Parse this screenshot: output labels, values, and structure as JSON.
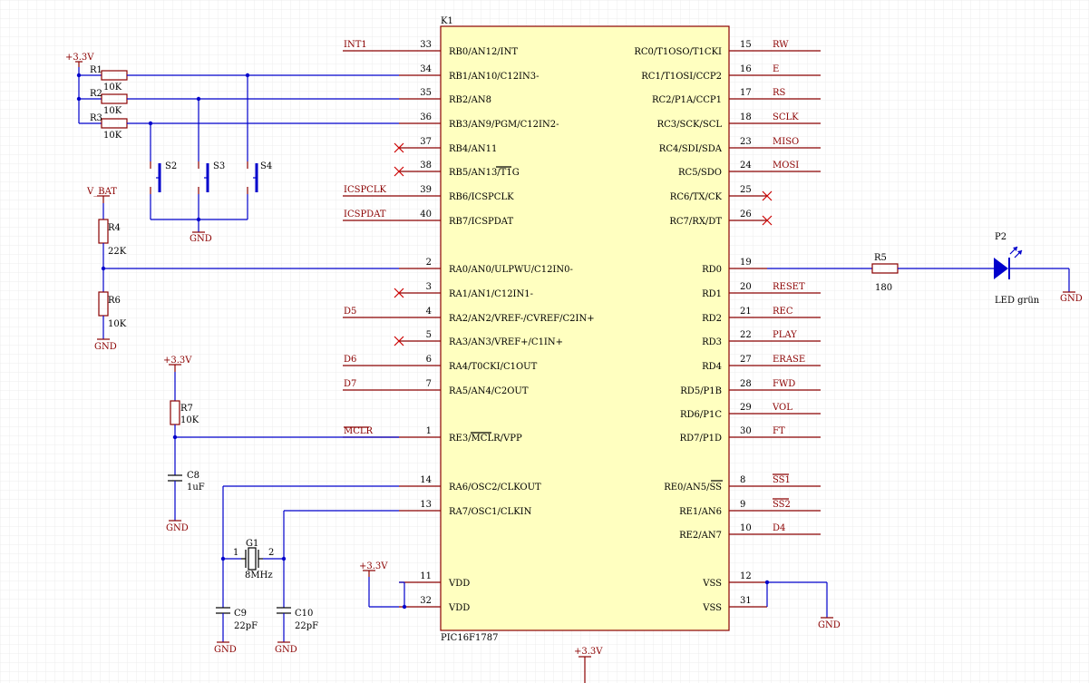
{
  "ic": {
    "designator": "K1",
    "part": "PIC16F1787",
    "left_pins": [
      {
        "num": "33",
        "name": "RB0/AN12/INT",
        "net": "INT1",
        "nc": false
      },
      {
        "num": "34",
        "name": "RB1/AN10/C12IN3-",
        "net": "",
        "nc": false
      },
      {
        "num": "35",
        "name": "RB2/AN8",
        "net": "",
        "nc": false
      },
      {
        "num": "36",
        "name": "RB3/AN9/PGM/C12IN2-",
        "net": "",
        "nc": false
      },
      {
        "num": "37",
        "name": "RB4/AN11",
        "net": "",
        "nc": true
      },
      {
        "num": "38",
        "name": "RB5/AN13/T1G",
        "net": "",
        "nc": true
      },
      {
        "num": "39",
        "name": "RB6/ICSPCLK",
        "net": "ICSPCLK",
        "nc": false
      },
      {
        "num": "40",
        "name": "RB7/ICSPDAT",
        "net": "ICSPDAT",
        "nc": false
      },
      {
        "num": "2",
        "name": "RA0/AN0/ULPWU/C12IN0-",
        "net": "",
        "nc": false
      },
      {
        "num": "3",
        "name": "RA1/AN1/C12IN1-",
        "net": "",
        "nc": true
      },
      {
        "num": "4",
        "name": "RA2/AN2/VREF-/CVREF/C2IN+",
        "net": "D5",
        "nc": false
      },
      {
        "num": "5",
        "name": "RA3/AN3/VREF+/C1IN+",
        "net": "",
        "nc": true
      },
      {
        "num": "6",
        "name": "RA4/T0CKI/C1OUT",
        "net": "D6",
        "nc": false
      },
      {
        "num": "7",
        "name": "RA5/AN4/C2OUT",
        "net": "D7",
        "nc": false
      },
      {
        "num": "1",
        "name": "RE3/MCLR/VPP",
        "net": "MCLR",
        "nc": false
      },
      {
        "num": "14",
        "name": "RA6/OSC2/CLKOUT",
        "net": "",
        "nc": false
      },
      {
        "num": "13",
        "name": "RA7/OSC1/CLKIN",
        "net": "",
        "nc": false
      },
      {
        "num": "11",
        "name": "VDD",
        "net": "",
        "nc": false
      },
      {
        "num": "32",
        "name": "VDD",
        "net": "",
        "nc": false
      }
    ],
    "right_pins": [
      {
        "num": "15",
        "name": "RC0/T1OSO/T1CKI",
        "net": "RW",
        "nc": false
      },
      {
        "num": "16",
        "name": "RC1/T1OSI/CCP2",
        "net": "E",
        "nc": false
      },
      {
        "num": "17",
        "name": "RC2/P1A/CCP1",
        "net": "RS",
        "nc": false
      },
      {
        "num": "18",
        "name": "RC3/SCK/SCL",
        "net": "SCLK",
        "nc": false
      },
      {
        "num": "23",
        "name": "RC4/SDI/SDA",
        "net": "MISO",
        "nc": false
      },
      {
        "num": "24",
        "name": "RC5/SDO",
        "net": "MOSI",
        "nc": false
      },
      {
        "num": "25",
        "name": "RC6/TX/CK",
        "net": "",
        "nc": true
      },
      {
        "num": "26",
        "name": "RC7/RX/DT",
        "net": "",
        "nc": true
      },
      {
        "num": "19",
        "name": "RD0",
        "net": "",
        "nc": false
      },
      {
        "num": "20",
        "name": "RD1",
        "net": "RESET",
        "nc": false
      },
      {
        "num": "21",
        "name": "RD2",
        "net": "REC",
        "nc": false
      },
      {
        "num": "22",
        "name": "RD3",
        "net": "PLAY",
        "nc": false
      },
      {
        "num": "27",
        "name": "RD4",
        "net": "ERASE",
        "nc": false
      },
      {
        "num": "28",
        "name": "RD5/P1B",
        "net": "FWD",
        "nc": false
      },
      {
        "num": "29",
        "name": "RD6/P1C",
        "net": "VOL",
        "nc": false
      },
      {
        "num": "30",
        "name": "RD7/P1D",
        "net": "FT",
        "nc": false
      },
      {
        "num": "8",
        "name": "RE0/AN5/SS",
        "net": "SS1",
        "nc": false
      },
      {
        "num": "9",
        "name": "RE1/AN6",
        "net": "SS2",
        "nc": false
      },
      {
        "num": "10",
        "name": "RE2/AN7",
        "net": "D4",
        "nc": false
      },
      {
        "num": "12",
        "name": "VSS",
        "net": "",
        "nc": false
      },
      {
        "num": "31",
        "name": "VSS",
        "net": "",
        "nc": false
      }
    ]
  },
  "resistors": [
    {
      "ref": "R1",
      "value": "10K"
    },
    {
      "ref": "R2",
      "value": "10K"
    },
    {
      "ref": "R3",
      "value": "10K"
    },
    {
      "ref": "R4",
      "value": "22K"
    },
    {
      "ref": "R6",
      "value": "10K"
    },
    {
      "ref": "R7",
      "value": "10K"
    },
    {
      "ref": "R5",
      "value": "180"
    }
  ],
  "switches": [
    "S2",
    "S3",
    "S4"
  ],
  "capacitors": [
    {
      "ref": "C8",
      "value": "1uF"
    },
    {
      "ref": "C9",
      "value": "22pF"
    },
    {
      "ref": "C10",
      "value": "22pF"
    }
  ],
  "crystal": {
    "ref": "G1",
    "value": "8MHz",
    "pin1": "1",
    "pin2": "2"
  },
  "led": {
    "ref": "P2",
    "value": "LED grün"
  },
  "power": {
    "v33": "+3.3V",
    "vbat": "V_BAT",
    "gnd": "GND"
  },
  "colors": {
    "wire": "#0000cc",
    "pin": "#8b0000",
    "body": "#ffffc0",
    "grid": "#e6e6e6",
    "nc": "#cc0000"
  }
}
